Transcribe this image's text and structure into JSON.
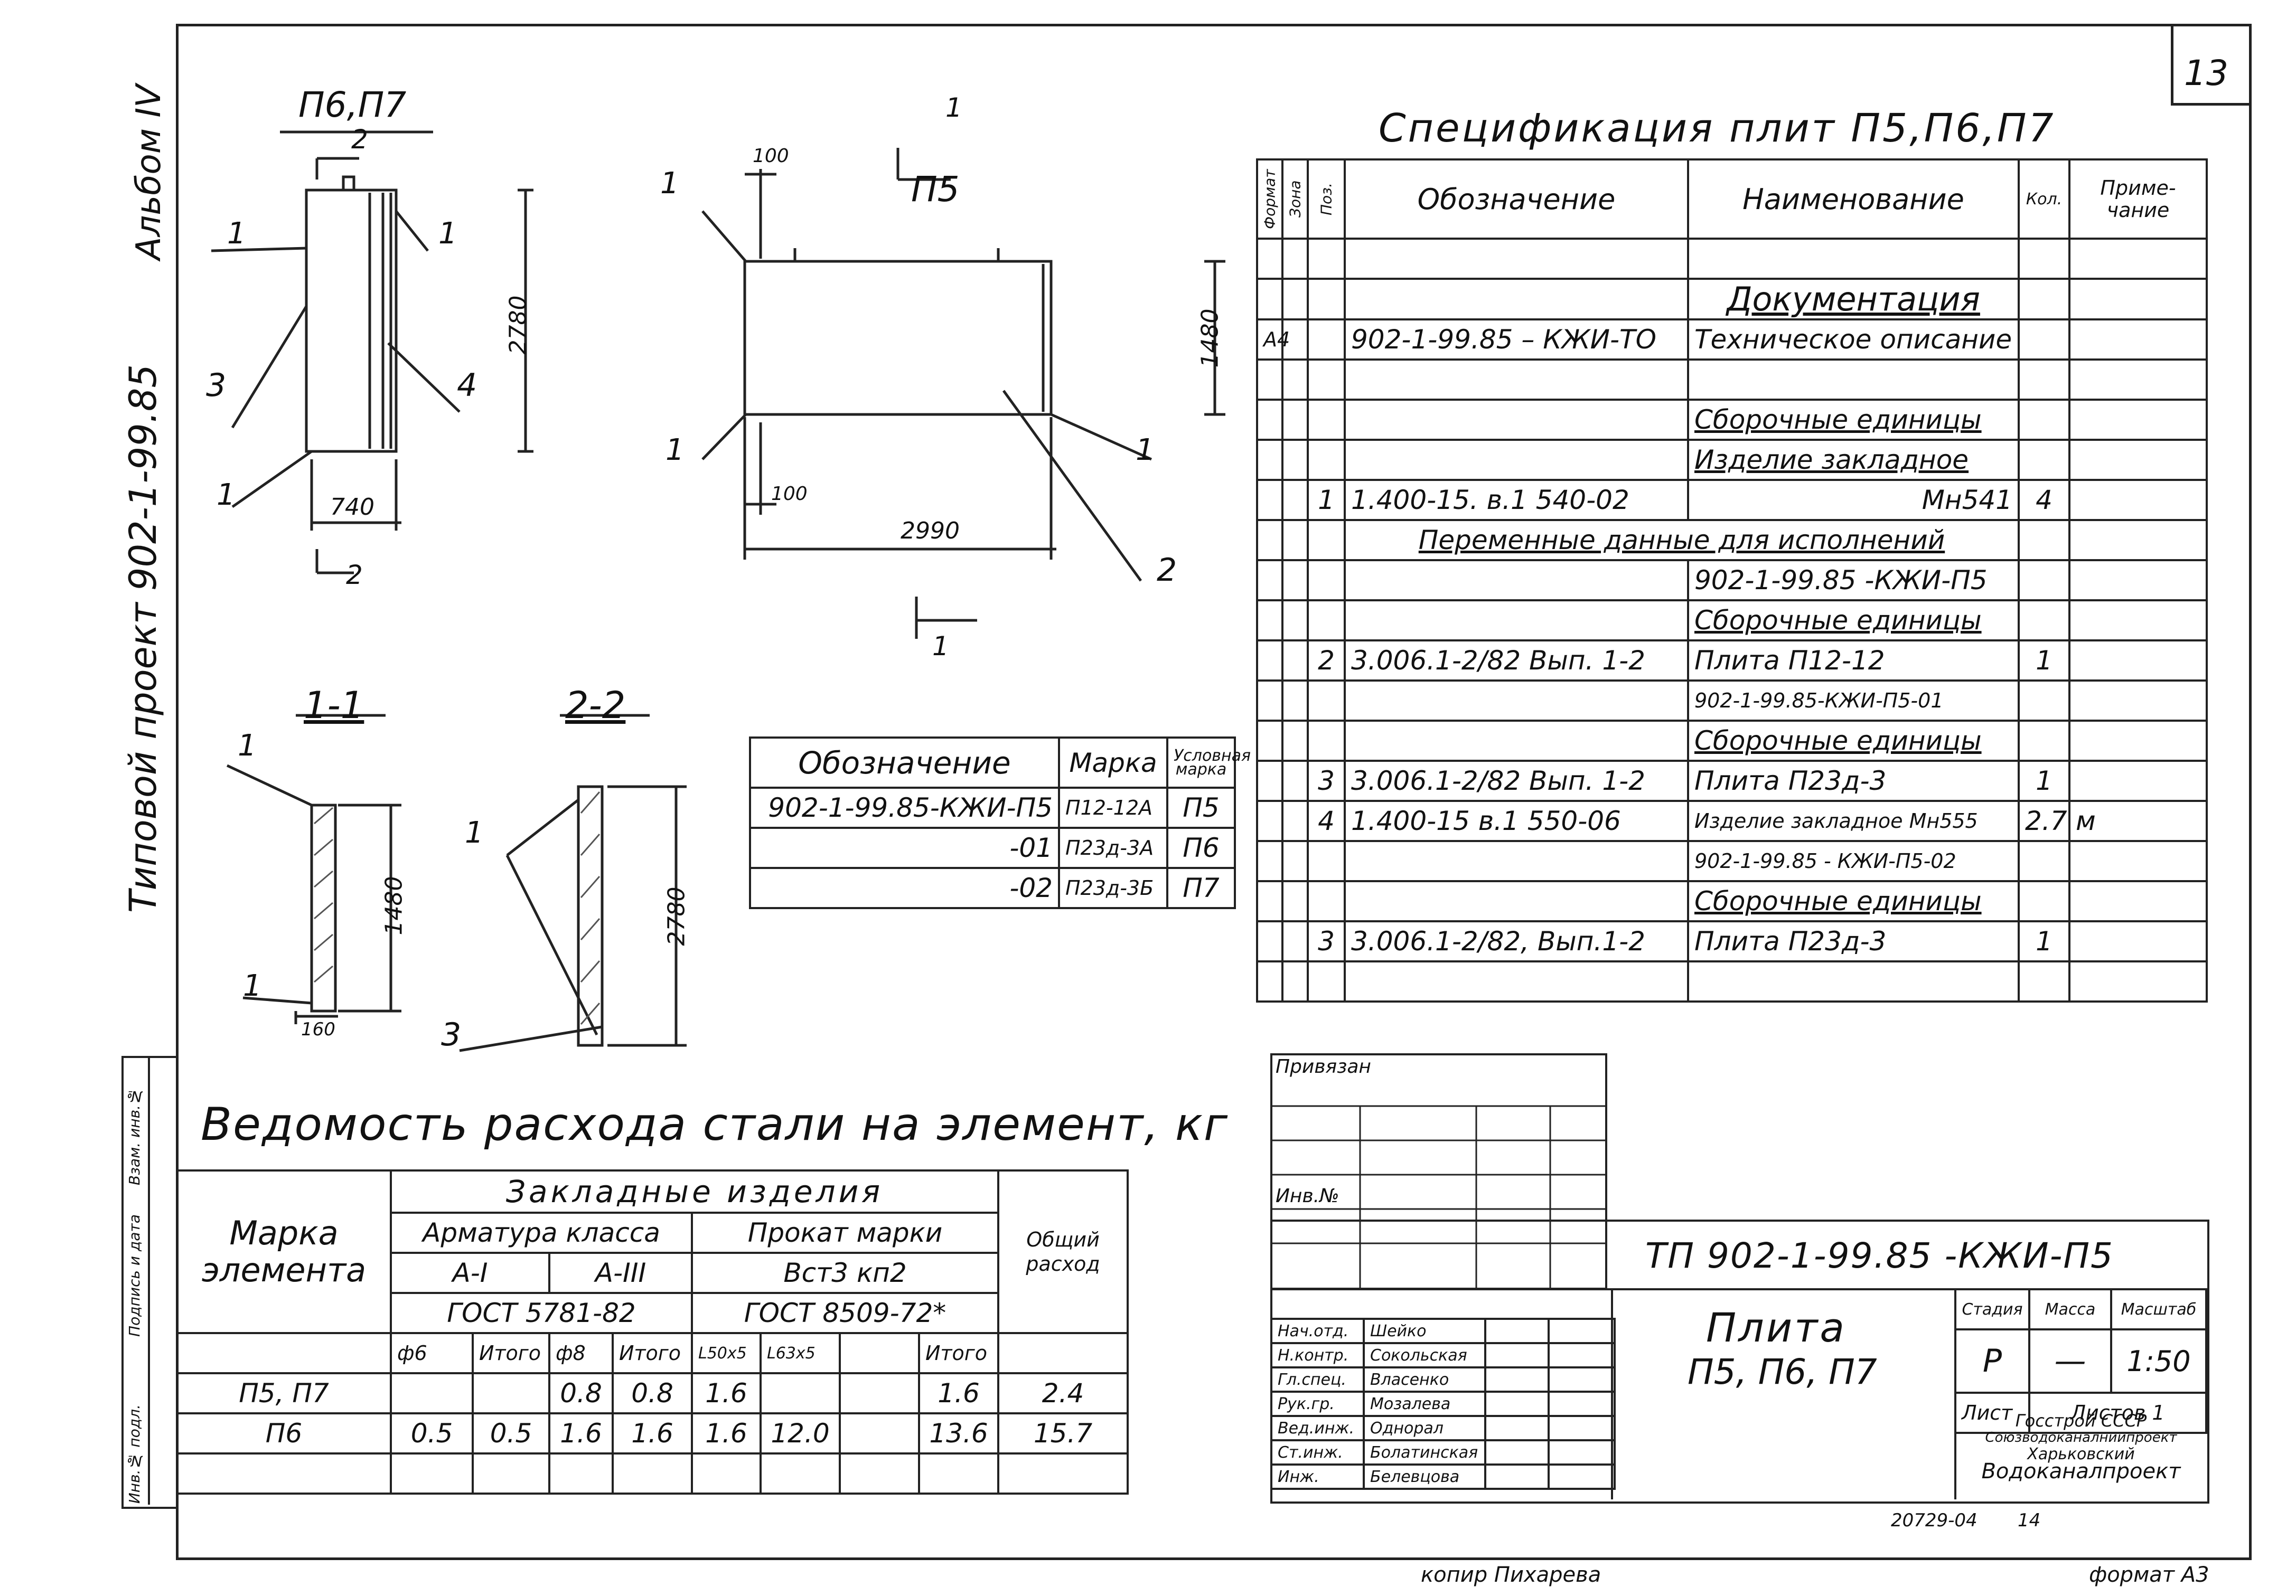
{
  "sheet": {
    "number": "13",
    "album_side": "Альбом IV",
    "project_side": "Типовой проект 902-1-99.85",
    "bottom_code": "20729-04",
    "bottom_page": "14",
    "copied": "копир Пихарева",
    "format": "формат А3"
  },
  "drawing": {
    "view_p6p7": "П6,П7",
    "view_p5": "П5",
    "section_1_1": "1-1",
    "section_2_2": "2-2",
    "marks": {
      "m1": "1",
      "m2": "2",
      "m3": "3",
      "m4": "4"
    },
    "dims": {
      "d2780a": "2780",
      "d740": "740",
      "d100a": "100",
      "d100b": "100",
      "d1480a": "1480",
      "d2990": "2990",
      "d1480b": "1480",
      "d160": "160",
      "d2780b": "2780"
    }
  },
  "spec": {
    "title": "Спецификация плит П5,П6,П7",
    "headers": {
      "format": "Формат",
      "zone": "Зона",
      "pos": "Поз.",
      "designation": "Обозначение",
      "name": "Наименование",
      "qty": "Кол.",
      "note": "Приме-чание"
    },
    "rows": [
      {
        "f": "",
        "z": "",
        "p": "",
        "d": "",
        "n": "",
        "q": "",
        "r": ""
      },
      {
        "f": "",
        "z": "",
        "p": "",
        "d": "",
        "n": "Документация",
        "q": "",
        "r": "",
        "style": "heading"
      },
      {
        "f": "А4",
        "z": "",
        "p": "",
        "d": "902-1-99.85 – КЖИ-ТО",
        "n": "Техническое описание",
        "q": "",
        "r": ""
      },
      {
        "f": "",
        "z": "",
        "p": "",
        "d": "",
        "n": "",
        "q": "",
        "r": ""
      },
      {
        "f": "",
        "z": "",
        "p": "",
        "d": "",
        "n": "Сборочные единицы",
        "q": "",
        "r": "",
        "style": "ul"
      },
      {
        "f": "",
        "z": "",
        "p": "",
        "d": "",
        "n": "Изделие закладное",
        "q": "",
        "r": "",
        "style": "ul"
      },
      {
        "f": "",
        "z": "",
        "p": "1",
        "d": "1.400-15. в.1 540-02",
        "n": "Мн541",
        "q": "4",
        "r": "",
        "nalign": "right"
      },
      {
        "f": "",
        "z": "",
        "p": "",
        "span": "Переменные данные для исполнений",
        "q": "",
        "r": ""
      },
      {
        "f": "",
        "z": "",
        "p": "",
        "d": "",
        "n": "902-1-99.85 -КЖИ-П5",
        "q": "",
        "r": ""
      },
      {
        "f": "",
        "z": "",
        "p": "",
        "d": "",
        "n": "Сборочные единицы",
        "q": "",
        "r": "",
        "style": "ul"
      },
      {
        "f": "",
        "z": "",
        "p": "2",
        "d": "3.006.1-2/82 Вып. 1-2",
        "n": "Плита     П12-12",
        "q": "1",
        "r": ""
      },
      {
        "f": "",
        "z": "",
        "p": "",
        "d": "",
        "n": "902-1-99.85-КЖИ-П5-01",
        "q": "",
        "r": ""
      },
      {
        "f": "",
        "z": "",
        "p": "",
        "d": "",
        "n": "Сборочные единицы",
        "q": "",
        "r": "",
        "style": "ul"
      },
      {
        "f": "",
        "z": "",
        "p": "3",
        "d": "3.006.1-2/82 Вып. 1-2",
        "n": "Плита П23д-3",
        "q": "1",
        "r": ""
      },
      {
        "f": "",
        "z": "",
        "p": "4",
        "d": "1.400-15  в.1 550-06",
        "n": "Изделие закладное Мн555",
        "q": "2.7",
        "r": "м"
      },
      {
        "f": "",
        "z": "",
        "p": "",
        "d": "",
        "n": "902-1-99.85 - КЖИ-П5-02",
        "q": "",
        "r": ""
      },
      {
        "f": "",
        "z": "",
        "p": "",
        "d": "",
        "n": "Сборочные единицы",
        "q": "",
        "r": "",
        "style": "ul"
      },
      {
        "f": "",
        "z": "",
        "p": "3",
        "d": "3.006.1-2/82, Вып.1-2",
        "n": "Плита    П23д-3",
        "q": "1",
        "r": ""
      },
      {
        "f": "",
        "z": "",
        "p": "",
        "d": "",
        "n": "",
        "q": "",
        "r": ""
      }
    ]
  },
  "marks_table": {
    "headers": {
      "designation": "Обозначение",
      "mark": "Марка",
      "conv": "Условная марка"
    },
    "rows": [
      {
        "d": "902-1-99.85-КЖИ-П5",
        "m": "П12-12А",
        "c": "П5"
      },
      {
        "d": "-01",
        "m": "П23д-3А",
        "c": "П6"
      },
      {
        "d": "-02",
        "m": "П23д-3Б",
        "c": "П7"
      }
    ]
  },
  "steel": {
    "title": "Ведомость расхода стали на элемент, кг",
    "h_mark": "Марка элемента",
    "h_embedded": "Закладные изделия",
    "h_rebar": "Арматура класса",
    "h_rolled": "Прокат марки",
    "h_total": "Общий расход",
    "h_ai": "А-I",
    "h_aiii": "А-III",
    "h_vst": "Вст3 кп2",
    "h_gost1": "ГОСТ 5781-82",
    "h_gost2": "ГОСТ 8509-72*",
    "cols": [
      "ф6",
      "Итого",
      "ф8",
      "Итого",
      "L50x5",
      "L63x5",
      "",
      "Итого"
    ],
    "rows": [
      {
        "mark": "П5, П7",
        "v": [
          "",
          "",
          "0.8",
          "0.8",
          "1.6",
          "",
          "",
          "1.6"
        ],
        "total": "2.4"
      },
      {
        "mark": "П6",
        "v": [
          "0.5",
          "0.5",
          "1.6",
          "1.6",
          "1.6",
          "12.0",
          "",
          "13.6"
        ],
        "total": "15.7"
      }
    ]
  },
  "side_stamp": [
    "Инв.№ подл.",
    "Подпись и дата",
    "Взам. инв.№"
  ],
  "title_block": {
    "bound": "Привязан",
    "inv": "Инв.№",
    "code": "ТП 902-1-99.85 -КЖИ-П5",
    "name_1": "Плита",
    "name_2": "П5, П6, П7",
    "stage_h": "Стадия",
    "mass_h": "Масса",
    "scale_h": "Масштаб",
    "stage": "Р",
    "mass": "—",
    "scale": "1:50",
    "sheet_h": "Лист",
    "sheets_h": "Листов 1",
    "org_1": "Госстрой СССР",
    "org_2": "Союзводоканалниипроект",
    "org_3": "Харьковский",
    "org_4": "Водоканалпроект",
    "people": [
      {
        "role": "Нач.отд.",
        "name": "Шейко"
      },
      {
        "role": "Н.контр.",
        "name": "Сокольская"
      },
      {
        "role": "Гл.спец.",
        "name": "Власенко"
      },
      {
        "role": "Рук.гр.",
        "name": "Мозалева"
      },
      {
        "role": "Вед.инж.",
        "name": "Однорал"
      },
      {
        "role": "Ст.инж.",
        "name": "Болатинская"
      },
      {
        "role": "Инж.",
        "name": "Белевцова"
      }
    ]
  }
}
